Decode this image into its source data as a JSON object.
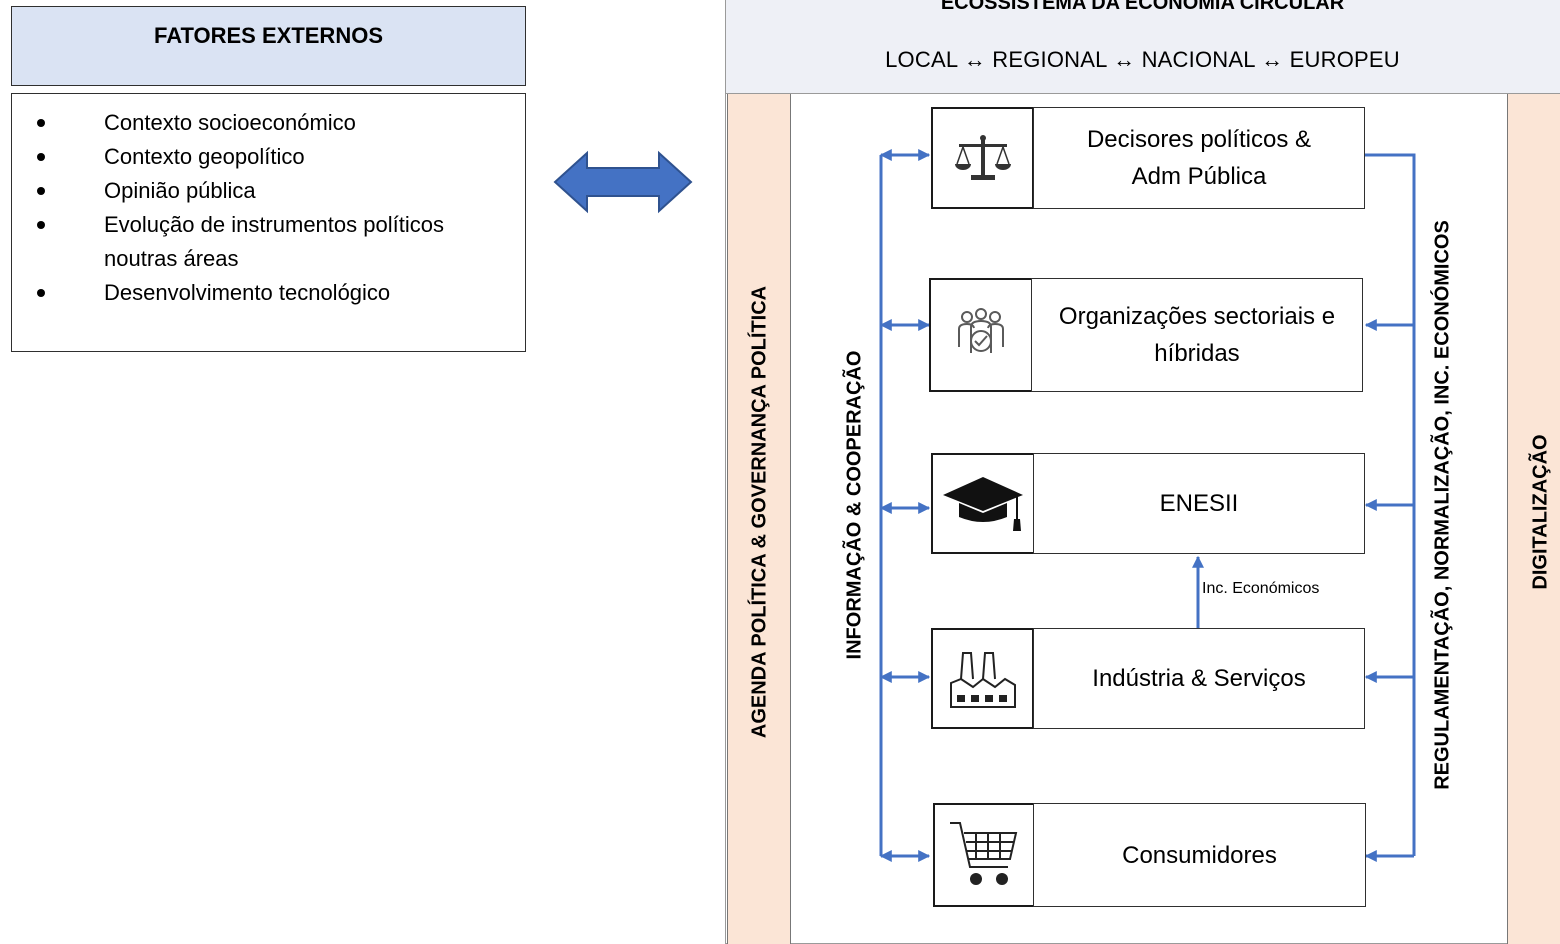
{
  "external": {
    "title": "FATORES EXTERNOS",
    "items": [
      "Contexto socioeconómico",
      "Contexto geopolítico",
      "Opinião pública",
      "Evolução de instrumentos políticos noutras áreas",
      "Desenvolvimento tecnológico"
    ]
  },
  "ecosystem": {
    "title": "ECOSSISTEMA DA ECONOMIA CIRCULAR",
    "scope": "LOCAL ↔ REGIONAL ↔ NACIONAL ↔ EUROPEU",
    "left_band": "AGENDA POLÍTICA  &  GOVERNANÇA POLÍTICA",
    "info_axis": "INFORMAÇÃO & COOPERAÇÃO",
    "reg_axis": "REGULAMENTAÇÃO, NORMALIZAÇÃO, INC. ECONÓMICOS",
    "right_band": "DIGITALIZAÇÃO",
    "actors": [
      {
        "name": "Decisores políticos & Adm Pública",
        "icon": "scales-icon"
      },
      {
        "name": "Organizações sectoriais e híbridas",
        "icon": "people-group-icon"
      },
      {
        "name": "ENESII",
        "icon": "graduation-cap-icon"
      },
      {
        "name": "Indústria & Serviços",
        "icon": "factory-icon"
      },
      {
        "name": "Consumidores",
        "icon": "shopping-cart-icon"
      }
    ],
    "inc_label": "Inc. Económicos",
    "arrow_color": "#4472c4",
    "band_color": "#fbe5d6",
    "header_color": "#dae3f3"
  }
}
